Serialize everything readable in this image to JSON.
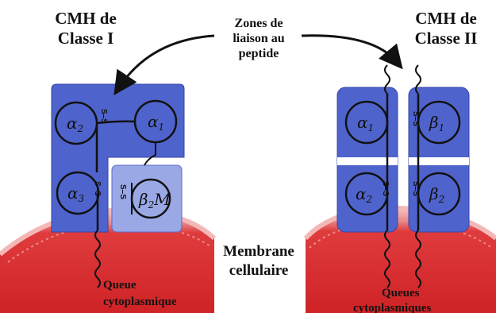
{
  "labels": {
    "class1_line1": "CMH de",
    "class1_line2": "Classe I",
    "class2_line1": "CMH de",
    "class2_line2": "Classe II",
    "zones_line1": "Zones de",
    "zones_line2": "liaison au",
    "zones_line3": "peptide",
    "membrane_line1": "Membrane",
    "membrane_line2": "cellulaire",
    "tail1_line1": "Queue",
    "tail1_line2": "cytoplasmique",
    "tail2_line1": "Queues",
    "tail2_line2": "cytoplasmiques"
  },
  "domains": {
    "class1": {
      "alpha2": "α",
      "alpha2_sub": "2",
      "alpha1": "α",
      "alpha1_sub": "1",
      "alpha3": "α",
      "alpha3_sub": "3",
      "beta2m": "β",
      "beta2m_sub": "2",
      "beta2m_suffix": "M"
    },
    "class2": {
      "alpha1": "α",
      "alpha1_sub": "1",
      "beta1": "β",
      "beta1_sub": "1",
      "alpha2": "α",
      "alpha2_sub": "2",
      "beta2": "β",
      "beta2_sub": "2"
    }
  },
  "disulfide": "S–S",
  "colors": {
    "protein_blue": "#4f63cc",
    "beta2m_blue": "#9aa8e6",
    "membrane_red": "#dc2b2e",
    "membrane_pink": "#f0a7a6",
    "outline": "#111111"
  }
}
